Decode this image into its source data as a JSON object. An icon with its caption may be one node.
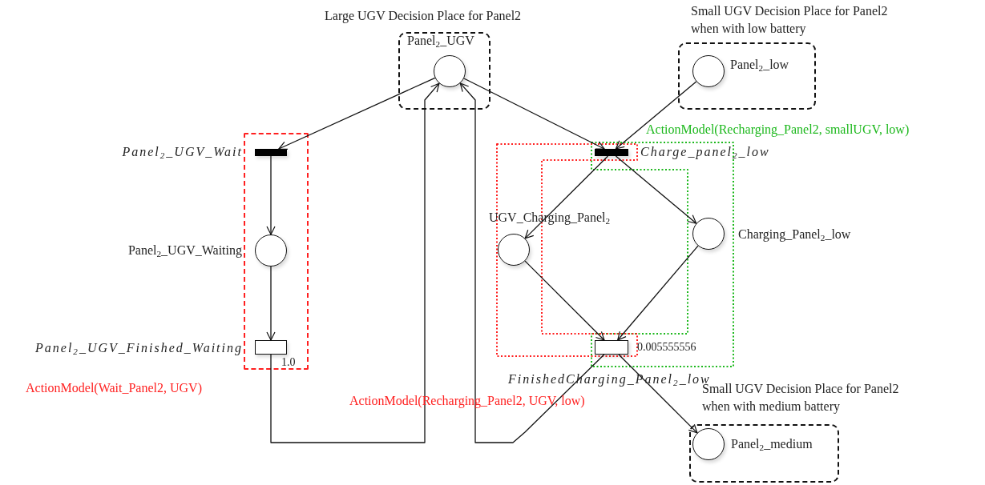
{
  "diagram": {
    "nodes": [
      {
        "text": [
          "Large UGV Decision Place for Panel2"
        ]
      },
      {
        "text": [],
        "shape": "circle",
        "in": 0,
        "beside": [
          "Panel$_{2}$_UGV"
        ]
      },
      {
        "text": [
          "Small UGV Decision Place for Panel2 when with low battery"
        ]
      },
      {
        "text": [],
        "shape": "circle",
        "in": 2,
        "beside": [
          "Panel$_{2}$_low"
        ]
      },
      {
        "text": [
          "ActionModel(Wait_Panel2, UGV)"
        ]
      },
      {
        "text": [],
        "shape": "bar",
        "in": 4,
        "beside": [
          "Panel$_{2}$_UGV_Wait"
        ]
      },
      {
        "text": [],
        "shape": "bar",
        "beside": [
          "Charge_panel$_{2}$_low"
        ]
      },
      {
        "text": [],
        "shape": "circle",
        "beside": [
          "UGV_Charging_Panel$_{2}$"
        ]
      },
      {
        "text": [],
        "shape": "circle",
        "beside": [
          "Charging_Panel$_{2}$_low"
        ]
      },
      {
        "text": [],
        "shape": "circle",
        "in": 4,
        "beside": [
          "Panel$_{2}$_UGV_Waiting"
        ]
      },
      {
        "text": [],
        "shape": "box",
        "in": 4,
        "beside": [
          "Panel$_{2}$_UGV_Finished_Waiting",
          "1.0"
        ]
      },
      {
        "text": [],
        "shape": "box",
        "beside": [
          "FinishedCharging_Panel$_{2}$_low",
          "0.005555556"
        ]
      },
      {
        "text": [
          "Small UGV Decision Place for Panel2 when with medium battery"
        ]
      },
      {
        "text": [],
        "shape": "circle",
        "in": 12,
        "beside": [
          "Panel$_{2}$_medium"
        ]
      }
    ],
    "edges": [
      {
        "from": 1,
        "to": 5,
        "arrow": "to"
      },
      {
        "from": 5,
        "to": 9,
        "arrow": "to"
      },
      {
        "from": 9,
        "to": 10,
        "arrow": "to"
      },
      {
        "from": 10,
        "to": 1,
        "arrow": "to"
      },
      {
        "from": 1,
        "to": 6,
        "arrow": "to"
      },
      {
        "from": 3,
        "to": 6,
        "arrow": "to"
      },
      {
        "from": 6,
        "to": 7,
        "arrow": "to"
      },
      {
        "from": 6,
        "to": 8,
        "arrow": "to"
      },
      {
        "from": 7,
        "to": 11,
        "arrow": "to"
      },
      {
        "from": 8,
        "to": 11,
        "arrow": "to"
      },
      {
        "from": 11,
        "to": 13,
        "arrow": "to"
      },
      {
        "from": 11,
        "to": 1,
        "arrow": "to"
      }
    ],
    "labels": [
      "ActionModel(Recharging_Panel2, smallUGV, low)",
      "ActionModel(Recharging_Panel2, UGV, low)"
    ]
  }
}
